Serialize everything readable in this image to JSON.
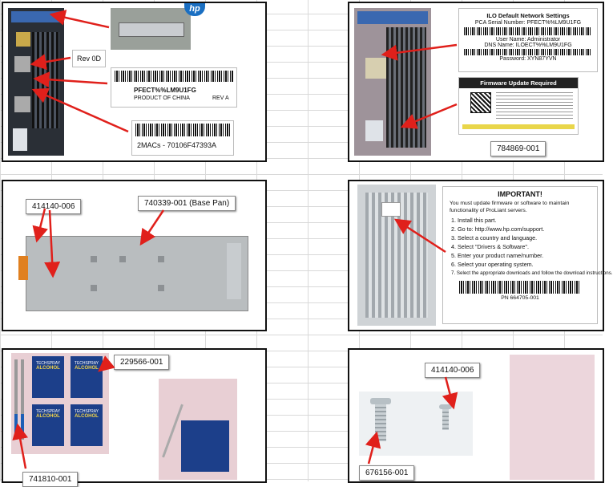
{
  "panel1": {
    "labels": {
      "rev": "Rev 0D",
      "serial_line1": "PFECT%%LM9U1FG",
      "serial_line2": "PRODUCT OF CHINA",
      "serial_rev": "REV A",
      "mac": "2MACs - 70106F47393A"
    },
    "logo": "hp"
  },
  "panel2": {
    "ilo_card": {
      "title": "ILO Default Network Settings",
      "pca_serial": "PCA Serial Number: PFECT%%LM9U1FG",
      "user": "User Name:  Administrator",
      "dns": "DNS Name:  ILOECT%%LM9U1FG",
      "password": "Password:  XYN87YVN"
    },
    "firmware_card": {
      "title": "Firmware Update Required"
    },
    "callout": "784869-001"
  },
  "panel3": {
    "callout_left": "414140-006",
    "callout_right": "740339-001 (Base Pan)"
  },
  "panel4": {
    "important_title": "IMPORTANT!",
    "intro": "You must update firmware or software to maintain functionality of ProLiant servers.",
    "steps": [
      "1. Install this part.",
      "2. Go to: http://www.hp.com/support.",
      "3. Select a country and language.",
      "4. Select \"Drivers & Software\".",
      "5. Enter your product name/number.",
      "6. Select your operating system.",
      "7. Select the appropriate downloads and follow the download instructions."
    ],
    "part_number": "PN 664705-001"
  },
  "panel5": {
    "callout_top": "229566-001",
    "callout_bottom": "741810-001",
    "packet_brand": "TECHSPRAY",
    "packet_name": "ALCOHOL"
  },
  "panel6": {
    "callout_top": "414140-006",
    "callout_bottom": "676156-001"
  },
  "colors": {
    "arrow": "#e0201b",
    "grid": "#d9d9d9",
    "border": "#111111"
  }
}
